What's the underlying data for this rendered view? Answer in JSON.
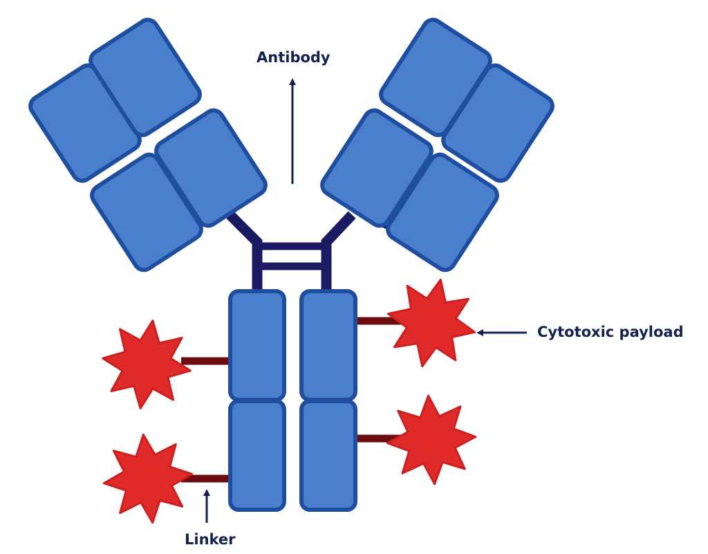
{
  "labels": {
    "antibody": "Antibody",
    "cytotoxic_payload": "Cytotoxic payload",
    "linker": "Linker"
  },
  "colors": {
    "domain_fill": "#4a7fcb",
    "domain_stroke": "#1f4ea1",
    "hinge": "#1b1b63",
    "payload_fill": "#e02a2a",
    "payload_stroke": "#cc1f1f",
    "linker": "#6b0c10",
    "label_text": "#13214f",
    "arrow": "#13214f"
  },
  "icons": {
    "payload_shape": "eight-point-star",
    "arrow": "arrow-icon"
  }
}
